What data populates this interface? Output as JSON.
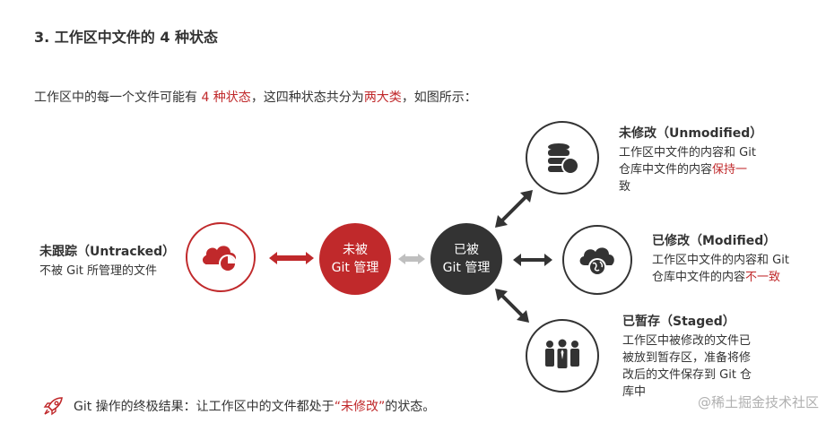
{
  "title": "3. 工作区中文件的 4 种状态",
  "intro": {
    "part1": "工作区中的每一个文件可能有",
    "highlight1": " 4 种状态",
    "part2": "，这四种状态共分为",
    "highlight2": "两大类",
    "part3": "，如图所示："
  },
  "untracked": {
    "title": "未跟踪（Untracked）",
    "desc": "不被 Git 所管理的文件"
  },
  "not_managed": {
    "line1": "未被",
    "line2": "Git 管理"
  },
  "managed": {
    "line1": "已被",
    "line2": "Git 管理"
  },
  "unmodified": {
    "title": "未修改（Unmodified）",
    "line1": "工作区中文件的内容和 Git",
    "line2a": "仓库中文件的内容",
    "line2b": "保持一",
    "line3": "致"
  },
  "modified": {
    "title": "已修改（Modified）",
    "line1": "工作区中文件的内容和 Git",
    "line2a": "仓库中文件的内容",
    "line2b": "不一致"
  },
  "staged": {
    "title": "已暂存（Staged）",
    "line1": "工作区中被修改的文件已",
    "line2": "被放到暂存区，准备将修",
    "line3": "改后的文件保存到 Git 仓",
    "line4": "库中"
  },
  "footer": {
    "part1": "Git 操作的终极结果：让工作区中的文件都处于",
    "highlight": "“未修改”",
    "part2": "的状态。"
  },
  "watermark": "@稀土掘金技术社区",
  "colors": {
    "accent": "#c0292b",
    "dark": "#333333",
    "gray_arrow": "#bfbfbf"
  },
  "icons": {
    "untracked": "cloud-chart-icon",
    "unmodified": "database-icon",
    "modified": "cloud-globe-icon",
    "staged": "people-group-icon",
    "footer": "rocket-icon"
  }
}
